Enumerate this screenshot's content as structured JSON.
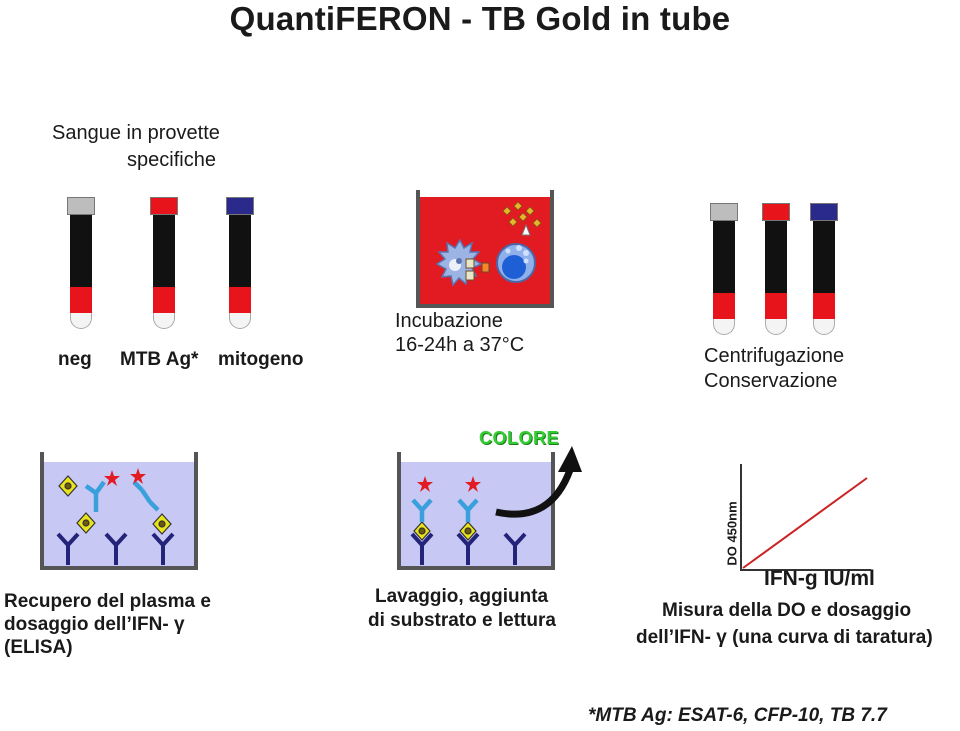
{
  "title": "QuantiFERON - TB Gold in tube",
  "step1": {
    "heading_line1": "Sangue in provette",
    "heading_line2": "specifiche",
    "tube_labels": [
      "neg",
      "MTB Ag*",
      "mitogeno"
    ]
  },
  "step2": {
    "line1": "Incubazione",
    "line2": "16-24h a 37°C"
  },
  "step3": {
    "line1": "Centrifugazione",
    "line2": "Conservazione"
  },
  "step4": {
    "line1": "Recupero del plasma e",
    "line2": "dosaggio dell’IFN- γ",
    "line3": "(ELISA)"
  },
  "step5": {
    "color_label": "COLORE",
    "line1": "Lavaggio, aggiunta",
    "line2": "di substrato e lettura"
  },
  "step6": {
    "y_axis_label": "DO 450nm",
    "x_axis_label": "IFN-g IU/ml",
    "line1": "Misura della DO e dosaggio",
    "line2": "dell’IFN- γ  (una curva di taratura)"
  },
  "footnote": "*MTB Ag: ESAT-6, CFP-10, TB 7.7",
  "colors": {
    "blood": "#e8141c",
    "cap_neg": "#bdbdbd",
    "cap_mtb": "#e8141c",
    "cap_mitogen": "#2a2a8c",
    "well_fill": "#c8c8f4",
    "antibody": "#23237a",
    "antibody_light": "#3aa0dc",
    "colore": "#33cc33",
    "curve": "#cc2222"
  },
  "icons": [
    "tube-icon",
    "incubation-well-icon",
    "elisa-well-icon",
    "star-icon",
    "diamond-antigen-icon",
    "antibody-icon",
    "curved-arrow-icon"
  ]
}
